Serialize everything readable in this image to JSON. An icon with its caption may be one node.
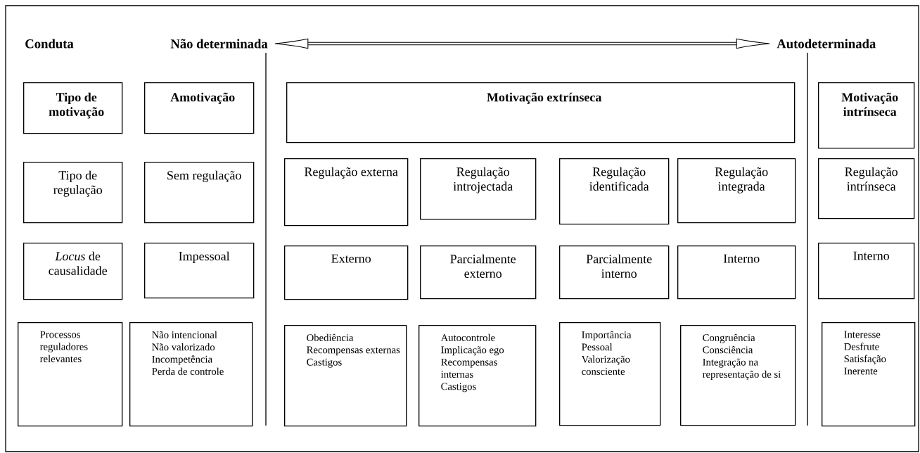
{
  "diagram": {
    "nodes": [
      {
        "text": [
          "Não determinada"
        ]
      },
      {
        "text": [
          "Autodeterminada"
        ]
      },
      {
        "text": [
          "Tipo de motivação"
        ]
      },
      {
        "text": [
          "Amotivação"
        ]
      },
      {
        "text": [
          "Motivação extrínseca"
        ]
      },
      {
        "text": [
          "Motivação intrínseca"
        ]
      },
      {
        "text": [
          "Tipo de regulação"
        ]
      },
      {
        "text": [
          "Sem regulação"
        ]
      },
      {
        "text": [
          "Regulação externa"
        ]
      },
      {
        "text": [
          "Regulação introjectada"
        ]
      },
      {
        "text": [
          "Regulação identificada"
        ]
      },
      {
        "text": [
          "Regulação integrada"
        ]
      },
      {
        "text": [
          "Regulação intrínseca"
        ]
      },
      {
        "text": [
          "*Locus* de causalidade"
        ]
      },
      {
        "text": [
          "Impessoal"
        ]
      },
      {
        "text": [
          "Externo"
        ]
      },
      {
        "text": [
          "Parcialmente externo"
        ]
      },
      {
        "text": [
          "Parcialmente interno"
        ]
      },
      {
        "text": [
          "Interno"
        ]
      },
      {
        "text": [
          "Interno"
        ]
      },
      {
        "text": [
          "Processos reguladores relevantes"
        ]
      },
      {
        "text": [
          "Não intencional",
          "Não valorizado",
          "Incompetência",
          "Perda de controle"
        ]
      },
      {
        "text": [
          "Obediência",
          "Recompensas externas",
          "Castigos"
        ]
      },
      {
        "text": [
          "Autocontrole",
          "Implicação ego",
          "Recompensas internas",
          "Castigos"
        ]
      },
      {
        "text": [
          "Importância",
          "Pessoal",
          "Valorização consciente"
        ]
      },
      {
        "text": [
          "Congruência",
          "Consciência",
          "Integração na representação de si"
        ]
      },
      {
        "text": [
          "Interesse",
          "Desfrute",
          "Satisfação",
          "Inerente"
        ]
      }
    ],
    "edges": [
      {
        "from": 0,
        "to": 1,
        "arrow": "both"
      }
    ],
    "labels": [
      "Conduta"
    ]
  }
}
